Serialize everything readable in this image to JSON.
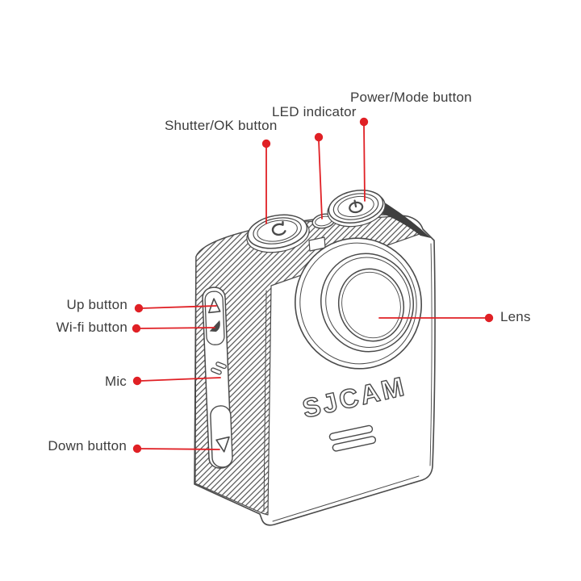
{
  "diagram": {
    "brand": "SJCAM",
    "callouts": {
      "shutter": {
        "label": "Shutter/OK button"
      },
      "led": {
        "label": "LED indicator"
      },
      "power": {
        "label": "Power/Mode button"
      },
      "up": {
        "label": "Up button"
      },
      "wifi": {
        "label": "Wi-fi button"
      },
      "mic": {
        "label": "Mic"
      },
      "down": {
        "label": "Down button"
      },
      "lens": {
        "label": "Lens"
      }
    },
    "colors": {
      "annotation_red": "#e02025",
      "label_text": "#3d3d3d",
      "line_art": "#4a4a4a",
      "background": "#ffffff"
    }
  }
}
